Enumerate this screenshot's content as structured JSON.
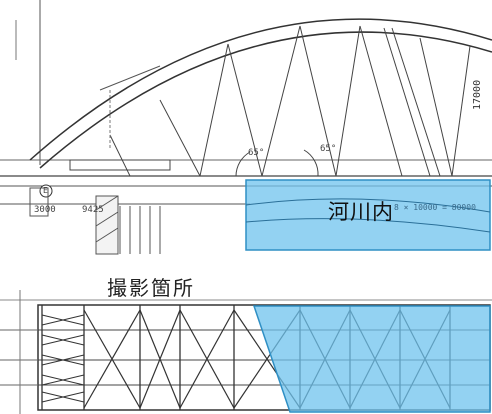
{
  "labels": {
    "river_zone": "河川内",
    "photo_location": "撮影箇所"
  },
  "dimensions": {
    "span_left": "3000",
    "span_mid": "9425",
    "span_right": "8 × 10000 = 80000",
    "height": "17000",
    "angle_left": "65°",
    "angle_right": "65°",
    "marker": "E"
  },
  "colors": {
    "highlight_fill": "#6fc3ee",
    "highlight_stroke": "#2f8fc4",
    "line": "#333333"
  }
}
